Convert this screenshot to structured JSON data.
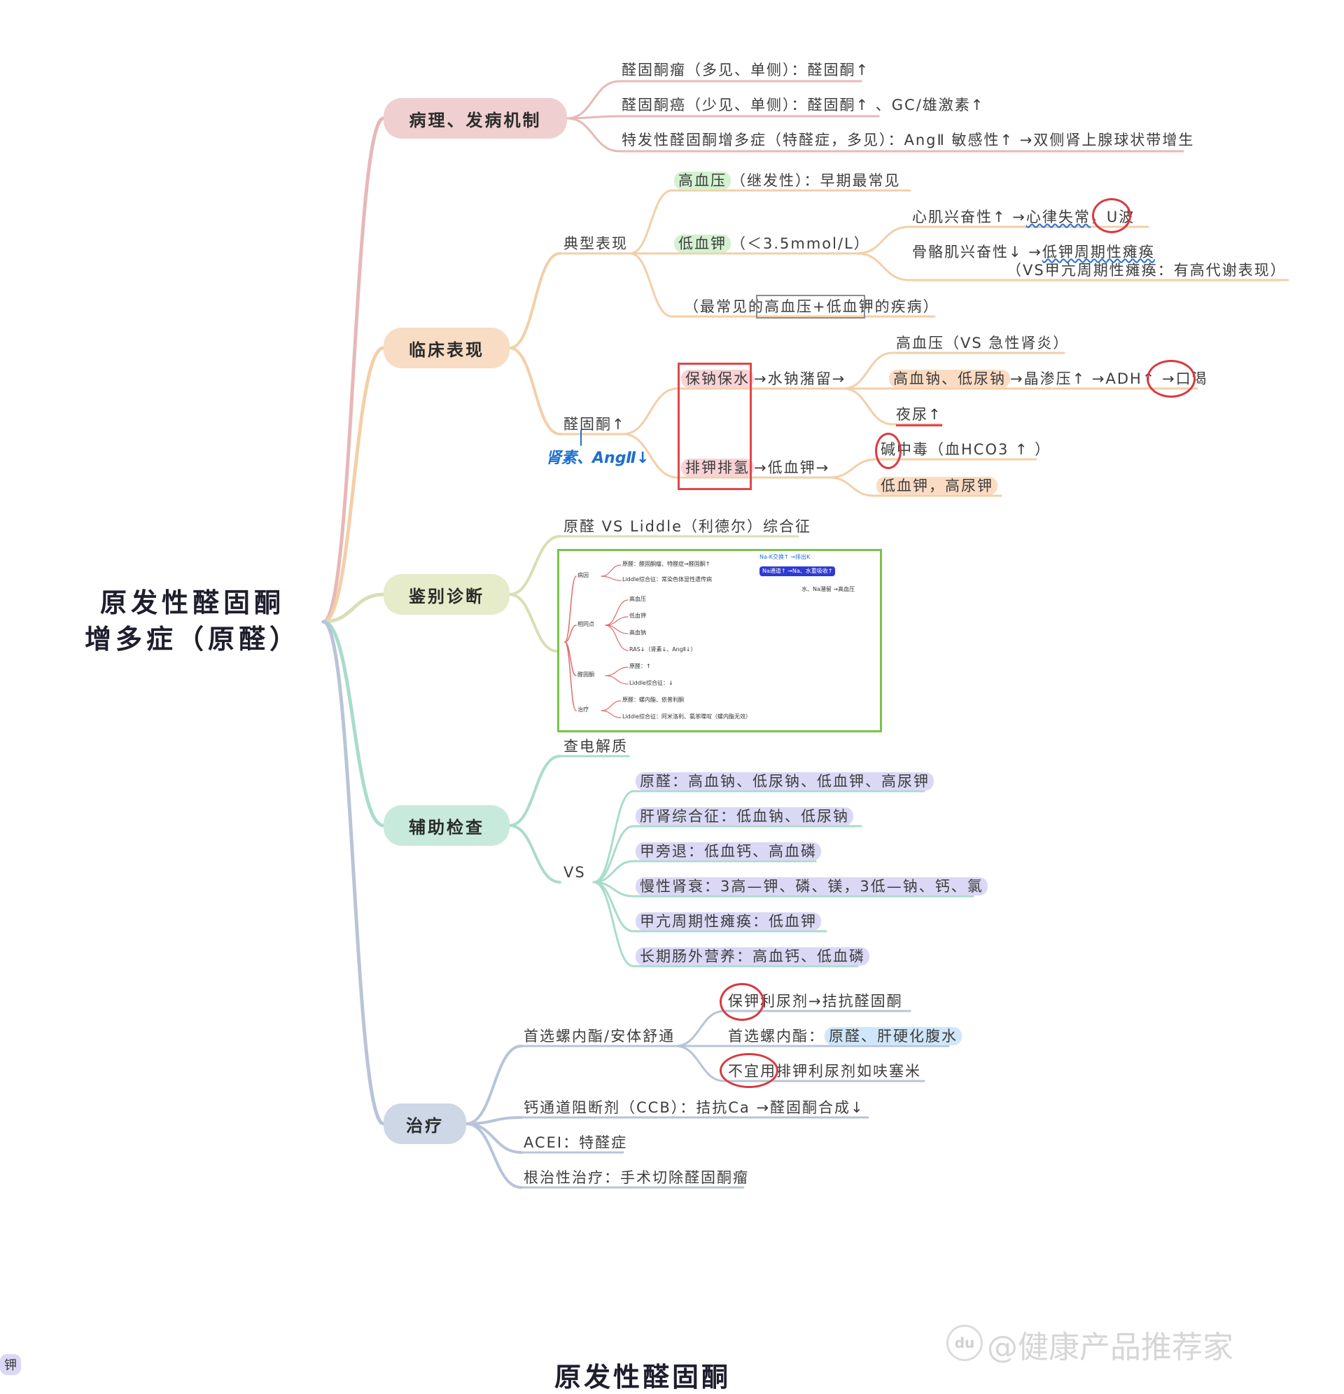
{
  "root": {
    "line1": "原发性醛固酮",
    "line2": "增多症（原醛）"
  },
  "colors": {
    "patho": "#e8b7b7",
    "clinical": "#f3cfa8",
    "diff": "#d9dfb4",
    "aux": "#a9dccb",
    "treat": "#b8c4d8",
    "red": "#e0464b",
    "blue_ink": "#1e6fd0"
  },
  "branches": {
    "patho": {
      "label": "病理、发病机制",
      "items": [
        "醛固酮瘤（多见、单侧）：醛固酮↑",
        "醛固酮癌（少见、单侧）：醛固酮↑ 、GC/雄激素↑",
        "特发性醛固酮增多症（特醛症，多见）：AngⅡ 敏感性↑ →双侧肾上腺球状带增生"
      ]
    },
    "clinical": {
      "label": "临床表现",
      "typical": {
        "label": "典型表现",
        "hypertension": {
          "hl": "高血压",
          "rest": "（继发性）：早期最常见"
        },
        "hypokalemia": {
          "hl": "低血钾",
          "rest": "（＜3.5mmol/L）"
        },
        "heart": {
          "a": "心肌兴奋性↑ →",
          "b": "心律失常",
          "c": "，",
          "d": "U波"
        },
        "muscle": {
          "a": "骨骼肌兴奋性↓ →",
          "b": "低钾周期性瘫痪"
        },
        "muscle_vs": "（VS甲亢周期性瘫痪：有高代谢表现）",
        "common": {
          "a": "（最常见的",
          "b": "高血压+低血钾",
          "c": "的疾病）"
        }
      },
      "aldo": {
        "label": "醛固酮↑",
        "note": "肾素、AngⅡ↓",
        "retain": {
          "hl": "保钠保水",
          "rest": "→水钠潴留→"
        },
        "excrete": {
          "hl": "排钾排氢",
          "rest": "→低血钾→"
        },
        "r1": "高血压（VS 急性肾炎）",
        "r2": {
          "hl": "高血钠、低尿钠",
          "rest": "→晶渗压↑ →ADH↑ →口渴"
        },
        "r3": "夜尿↑",
        "r4": "碱中毒（血HCO3 ↑ ）",
        "r5": {
          "hl": "低血钾，高尿钾"
        }
      }
    },
    "diff": {
      "label": "鉴别诊断",
      "title": "原醛 VS Liddle（利德尔）综合征",
      "thumb": {
        "cause": "病因",
        "cause1": "原醛：醛固酮瘤、特醛症→醛固酮↑",
        "cause2": "Liddle综合征：常染色体显性遗传病",
        "na_k": "Na-K交换↑ →排出K",
        "na_channel": "Na通道↑ →Na、水重吸收↑",
        "water": "水、Na潴留 →高血压",
        "same": "相同点",
        "same_items": [
          "高血压",
          "低血钾",
          "高血钠",
          "RAS↓（肾素↓、AngⅡ↓）"
        ],
        "aldo": "醛固酮",
        "aldo_items": [
          "原醛：↑",
          "Liddle综合征：↓"
        ],
        "treat": "治疗",
        "treat_items": [
          "原醛：螺内酯、依普利酮",
          "Liddle综合征：阿米洛利、氨苯喋啶（螺内酯无效）"
        ]
      }
    },
    "aux": {
      "label": "辅助检查",
      "check": "查电解质",
      "vs": "VS",
      "items": [
        {
          "hl": "原醛",
          "rest": "：高血钠、低尿钠、低血钾、高尿钾"
        },
        {
          "hl": "肝肾综合征",
          "rest": "：低血钠、低尿钠"
        },
        {
          "hl": "甲旁退",
          "rest": "：低血钙、高血磷"
        },
        {
          "hl": "慢性肾衰",
          "rest": "：3高—钾、磷、镁，3低—钠、钙、氯"
        },
        {
          "hl": "甲亢周期性瘫痪",
          "rest": "：低血钾"
        },
        {
          "hl": "长期肠外营养",
          "rest": "：高血钙、低血磷"
        }
      ]
    },
    "treat": {
      "label": "治疗",
      "first": "首选螺内酯/安体舒通",
      "sub1": "保钾利尿剂→拮抗醛固酮",
      "sub2": {
        "a": "首选螺内酯：",
        "hl": "原醛、肝硬化腹水"
      },
      "sub3": "不宜用排钾利尿剂如呋塞米",
      "ccb": "钙通道阻断剂（CCB）：拮抗Ca →醛固酮合成↓",
      "acei": "ACEI：特醛症",
      "radical": "根治性治疗：手术切除醛固酮瘤"
    }
  },
  "watermark": {
    "logo": "du",
    "text": "@健康产品推荐家"
  },
  "bottom_title": "原发性醛固酮",
  "edge_fragment": "钾"
}
